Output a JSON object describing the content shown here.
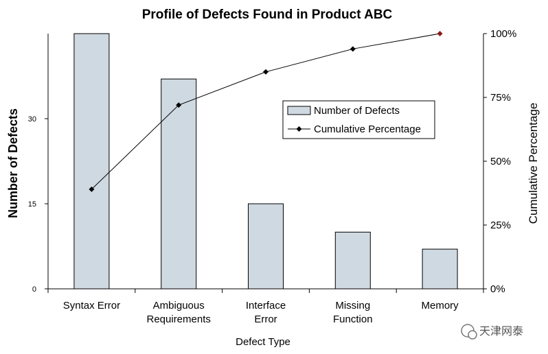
{
  "chart_data": {
    "type": "bar",
    "title": "Profile of Defects Found in Product ABC",
    "xlabel": "Defect Type",
    "ylabel": "Number of Defects",
    "y2label": "Cumulative Percentage",
    "categories": [
      [
        "Syntax Error"
      ],
      [
        "Ambiguous",
        "Requirements"
      ],
      [
        "Interface",
        "Error"
      ],
      [
        "Missing",
        "Function"
      ],
      [
        "Memory"
      ]
    ],
    "series": [
      {
        "name": "Number of Defects",
        "type": "bar",
        "axis": "left",
        "values": [
          45,
          37,
          15,
          10,
          7
        ],
        "color": "#cfd9e1"
      },
      {
        "name": "Cumulative Percentage",
        "type": "line",
        "axis": "right",
        "values": [
          39,
          72,
          85,
          94,
          100
        ],
        "color": "#000000"
      }
    ],
    "ylim": [
      0,
      45
    ],
    "yticks": [
      0,
      15,
      30
    ],
    "y2lim": [
      0,
      100
    ],
    "y2ticks": [
      "0%",
      "25%",
      "50%",
      "75%",
      "100%"
    ],
    "y2tick_values": [
      0,
      25,
      50,
      75,
      100
    ],
    "legend": {
      "placement": "inside-right",
      "items": [
        "Number of Defects",
        "Cumulative Percentage"
      ]
    },
    "grid": false
  },
  "watermark": "天津网泰"
}
